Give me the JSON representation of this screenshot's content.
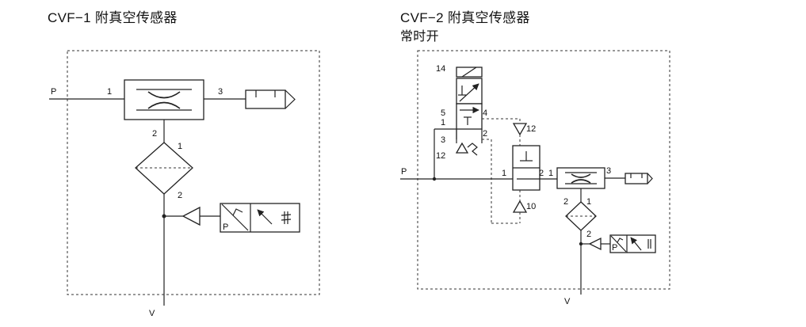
{
  "left": {
    "title": "CVF−1   附真空传感器",
    "ports": {
      "p": "P",
      "in": "1",
      "out": "3",
      "down": "2",
      "f_in": "1",
      "f_out": "2",
      "sensor_p": "P",
      "v": "V"
    }
  },
  "right": {
    "title": "CVF−2   附真空传感器",
    "subtitle": "常时开",
    "valve_ports": {
      "p14": "14",
      "p5": "5",
      "p4": "4",
      "p1": "1",
      "p2": "2",
      "p3": "3",
      "p12": "12"
    },
    "pilot_ports": {
      "top": "12",
      "bottom": "10",
      "in": "1",
      "out": "2"
    },
    "ports": {
      "p": "P",
      "in": "1",
      "out": "3",
      "down": "2",
      "f_in": "1",
      "f_out": "2",
      "sensor_p": "P",
      "v": "V"
    }
  }
}
